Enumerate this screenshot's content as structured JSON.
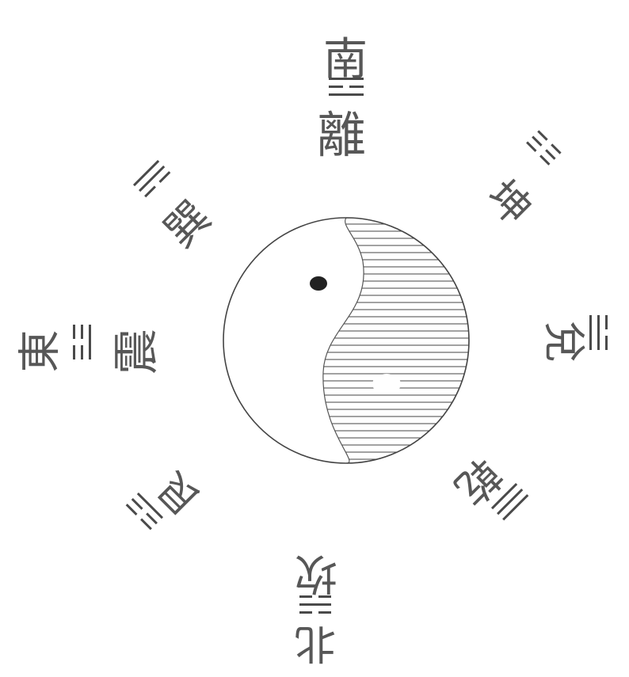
{
  "diagram": {
    "colors": {
      "ink": "#3a3a3a",
      "hatch": "#555555",
      "paper": "#ffffff"
    },
    "center": "taiji",
    "directions": {
      "south": {
        "char": "南"
      },
      "north": {
        "char": "北"
      },
      "east": {
        "char": "東"
      }
    },
    "trigrams": {
      "li": {
        "char": "離",
        "lines": "yang-yin-yang"
      },
      "kun": {
        "char": "坤",
        "lines": "yin-yin-yin"
      },
      "dui": {
        "char": "兌",
        "lines": "yin-yang-yang"
      },
      "qian": {
        "char": "乾",
        "lines": "yang-yang-yang"
      },
      "kan": {
        "char": "坎",
        "lines": "yin-yang-yin"
      },
      "gen": {
        "char": "艮",
        "lines": "yang-yin-yin"
      },
      "zhen": {
        "char": "震",
        "lines": "yin-yin-yang"
      },
      "xun": {
        "char": "巽",
        "lines": "yang-yang-yin"
      }
    }
  }
}
